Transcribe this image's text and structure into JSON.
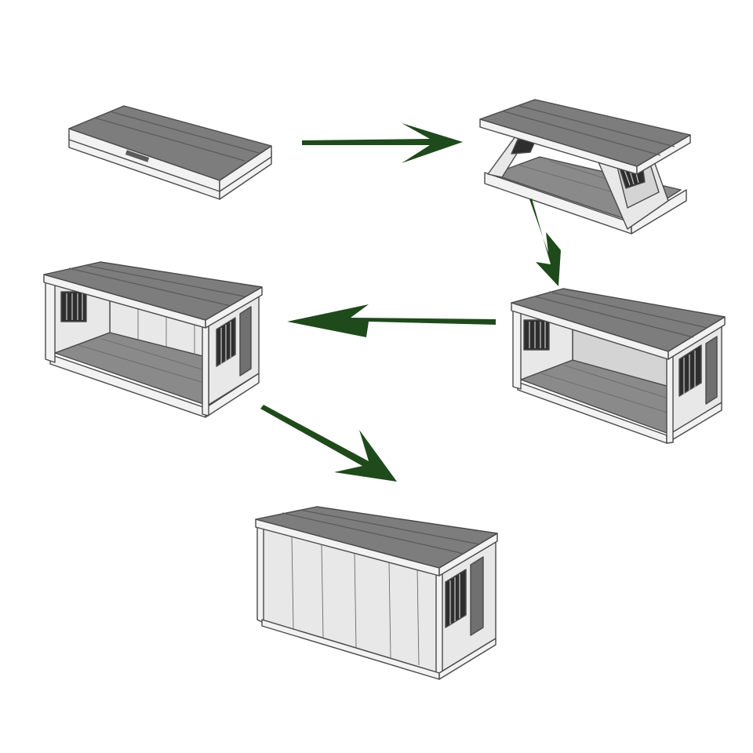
{
  "diagram": {
    "type": "process-sequence",
    "background": "#ffffff",
    "colors": {
      "roof": "#7d7d7d",
      "roof_seam": "#5a5a5a",
      "frame": "#f2f2f2",
      "outline": "#4a4a4a",
      "floor": "#8a8a8a",
      "wall": "#e6e6e6",
      "inner_wall": "#d2d2d2",
      "window_dark": "#2e2e2e",
      "door": "#6e6e6e",
      "arrow": "#1f4a1c"
    },
    "steps": [
      {
        "id": "step-1",
        "state": "folded-flat-pack"
      },
      {
        "id": "step-2",
        "state": "unfolding-walls-rising"
      },
      {
        "id": "step-3",
        "state": "unfolded-frame-open-side"
      },
      {
        "id": "step-4",
        "state": "frame-with-end-walls-and-window"
      },
      {
        "id": "step-5",
        "state": "fully-enclosed-container-house"
      }
    ],
    "arrows": [
      {
        "id": "arrow-1-to-2",
        "from": "step-1",
        "to": "step-2",
        "direction": "right"
      },
      {
        "id": "arrow-2-to-3",
        "from": "step-2",
        "to": "step-3",
        "direction": "down"
      },
      {
        "id": "arrow-3-to-4",
        "from": "step-3",
        "to": "step-4",
        "direction": "left"
      },
      {
        "id": "arrow-4-to-5",
        "from": "step-4",
        "to": "step-5",
        "direction": "down-right"
      }
    ]
  }
}
